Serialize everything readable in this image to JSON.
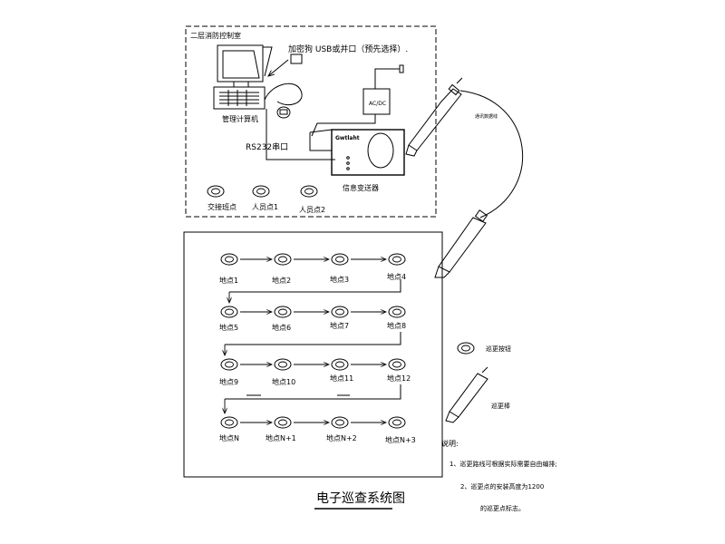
{
  "control_room": {
    "title": "二层消防控制室",
    "encryption_dog": "加密狗 USB或并口（预先选择）.",
    "computer_label": "管理计算机",
    "rs232_label": "RS232串口",
    "adapter_label": "AC/DC",
    "transmitter_brand": "Gwtlaht",
    "transmitter_label": "信息变送器",
    "buttons": [
      "交接班点",
      "人员点1",
      "人员点2"
    ]
  },
  "cable_label": "通讯数据线",
  "patrol_grid": {
    "rows": [
      [
        "地点1",
        "地点2",
        "地点3",
        "地点4"
      ],
      [
        "地点5",
        "地点6",
        "地点7",
        "地点8"
      ],
      [
        "地点9",
        "地点10",
        "地点11",
        "地点12"
      ],
      [
        "地点N",
        "地点N+1",
        "地点N+2",
        "地点N+3"
      ]
    ]
  },
  "legend": {
    "button_label": "巡更按钮",
    "wand_label": "巡更棒"
  },
  "notes": {
    "heading": "说明:",
    "lines": [
      "1、巡更路线可根据实际需要自由编排;",
      "2、巡更点的安装高度为1200",
      "的巡更点标志。"
    ]
  },
  "title": "电子巡查系统图"
}
